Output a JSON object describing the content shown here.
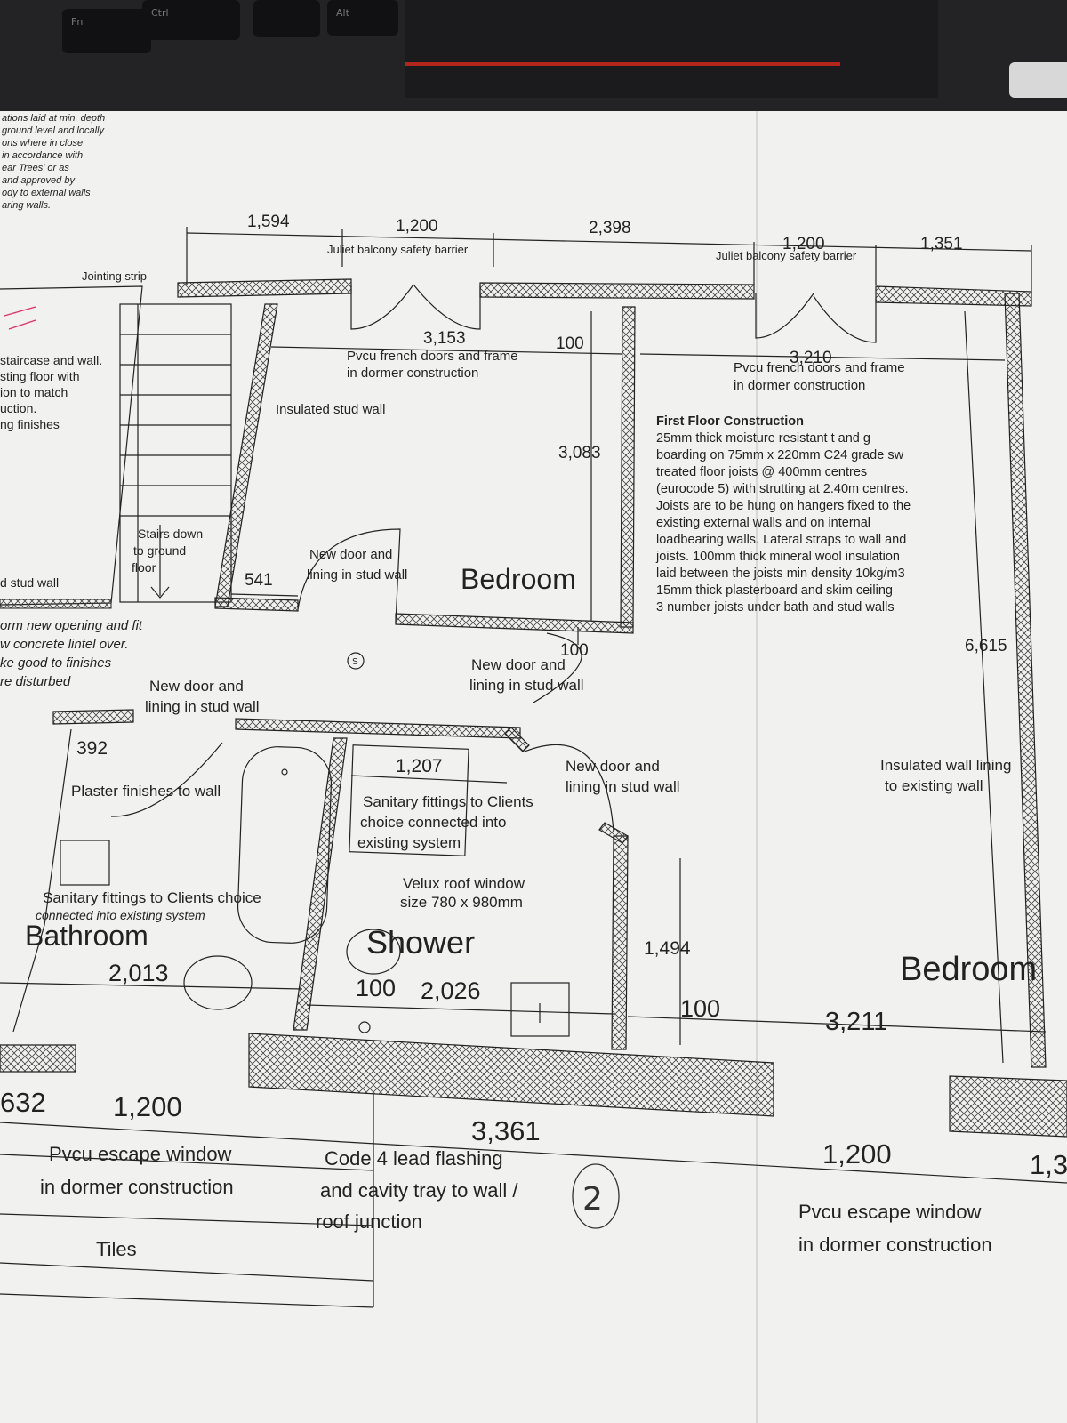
{
  "keyboard": {
    "key_fn": "Fn",
    "key_ctrl": "Ctrl",
    "key_alt": "Alt"
  },
  "notes_top_left": [
    "ations laid at min. depth",
    "ground level and locally",
    "ons where in close",
    "in accordance with",
    "ear Trees' or as",
    "and approved by",
    "ody to external walls",
    "aring walls."
  ],
  "dims_top": {
    "d1": "1,594",
    "d2": "1,200",
    "d3": "2,398",
    "d4": "1,200",
    "d5": "1,351"
  },
  "labels": {
    "juliet1": "Juliet balcony safety barrier",
    "juliet2": "Juliet balcony safety barrier",
    "jointing": "Jointing strip",
    "doors1_l1": "Pvcu french doors and frame",
    "doors1_l2": "in dormer construction",
    "doors2_l1": "Pvcu french doors and frame",
    "doors2_l2": "in dormer construction",
    "insulated_stud": "Insulated stud wall",
    "stairs_l1": "Stairs down",
    "stairs_l2": "to ground",
    "stairs_l3": "floor",
    "newdoor1_l1": "New door and",
    "newdoor1_l2": "lining in stud wall",
    "bedroom1": "Bedroom",
    "bedroom2": "Bedroom",
    "newdoor2_l1": "New door and",
    "newdoor2_l2": "lining in stud wall",
    "newdoor3_l1": "New door and",
    "newdoor3_l2": "lining in stud wall",
    "newdoor4_l1": "New door and",
    "newdoor4_l2": "lining in stud wall",
    "plaster": "Plaster finishes to wall",
    "sanitary1_l1": "Sanitary fittings to Clients",
    "sanitary1_l2": "choice connected into",
    "sanitary1_l3": "existing system",
    "velux_l1": "Velux roof window",
    "velux_l2": "size 780 x 980mm",
    "sanitary2_l1": "Sanitary fittings to Clients choice",
    "sanitary2_l2": "connected into existing system",
    "bathroom": "Bathroom",
    "shower": "Shower",
    "insul_lining_l1": "Insulated wall lining",
    "insul_lining_l2": "to existing wall",
    "escape1_l1": "Pvcu escape window",
    "escape1_l2": "in dormer construction",
    "escape2_l1": "Pvcu escape window",
    "escape2_l2": "in dormer construction",
    "lead_l1": "Code 4 lead flashing",
    "lead_l2": "and cavity tray to wall /",
    "lead_l3": "roof junction",
    "tiles": "Tiles",
    "stud_left": "d stud wall",
    "left_notes": [
      "staircase and wall.",
      "sting floor with",
      "ion to match",
      "uction.",
      "ng finishes"
    ],
    "opening_notes": [
      "orm new opening and fit",
      "w concrete lintel over.",
      "ke good to finishes",
      "re disturbed"
    ],
    "smoke": "S",
    "circle_num": "2"
  },
  "dims": {
    "d3153": "3,153",
    "d100a": "100",
    "d3210": "3,210",
    "d3083": "3,083",
    "d541": "541",
    "d100b": "100",
    "d6615": "6,615",
    "d392": "392",
    "d1207": "1,207",
    "d1494": "1,494",
    "d2013": "2,013",
    "d100c": "100",
    "d2026": "2,026",
    "d100d": "100",
    "d3211": "3,211",
    "d632": "632",
    "d1200a": "1,200",
    "d3361": "3,361",
    "d1200b": "1,200",
    "d13": "1,3"
  },
  "construction_note": {
    "title": "First Floor Construction",
    "lines": [
      "25mm thick moisture resistant t and g",
      "boarding on 75mm x 220mm C24 grade sw",
      "treated floor joists @ 400mm centres",
      "(eurocode 5) with strutting at 2.40m centres.",
      "Joists are to be hung on hangers fixed to the",
      "existing external walls and on internal",
      "loadbearing walls. Lateral straps to wall and",
      "joists. 100mm thick mineral wool insulation",
      "laid between the joists  min density 10kg/m3",
      "15mm thick plasterboard and skim ceiling",
      "3 number joists under bath and stud walls"
    ]
  },
  "colors": {
    "paper": "#f1f1ef",
    "ink": "#222222",
    "laptop": "#232326",
    "accent_red": "#b3261e",
    "pen_red": "#e0306a"
  }
}
